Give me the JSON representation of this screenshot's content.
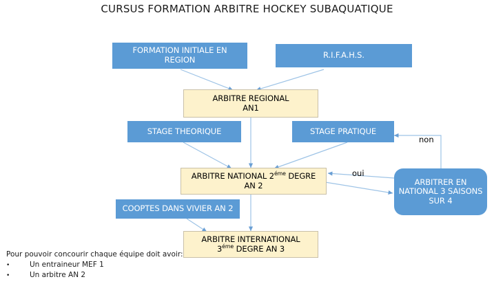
{
  "title": "CURSUS FORMATION ARBITRE HOCKEY SUBAQUATIQUE",
  "colors": {
    "blue_fill": "#5B9BD5",
    "blue_text": "#FFFFFF",
    "yellow_fill": "#FDF2CC",
    "yellow_border": "#C9C0A8",
    "connector": "#9DC3E6",
    "text": "#000000",
    "background": "#FFFFFF"
  },
  "nodes": {
    "formation_initiale": {
      "line1": "FORMATION INITIALE EN",
      "line2": "REGION"
    },
    "rifahs": {
      "line1": "R.I.F.A.H.S."
    },
    "arbitre_regional": {
      "line1": "ARBITRE REGIONAL",
      "line2": "AN1"
    },
    "stage_theorique": {
      "line1": "STAGE THEORIQUE"
    },
    "stage_pratique": {
      "line1": "STAGE PRATIQUE"
    },
    "arbitre_national": {
      "line1_a": "ARBITRE NATIONAL 2",
      "line1_sup": "éme",
      "line1_b": " DEGRE",
      "line2": "AN 2"
    },
    "cooptes_vivier": {
      "line1": "COOPTES DANS VIVIER AN 2"
    },
    "arbitrer_national": {
      "line1": "ARBITRER EN",
      "line2": "NATIONAL 3 SAISONS",
      "line3": "SUR 4"
    },
    "arbitre_international": {
      "line1": "ARBITRE INTERNATIONAL",
      "line2_a": "3",
      "line2_sup": "éme",
      "line2_b": " DEGRE   AN 3"
    }
  },
  "edge_labels": {
    "non": "non",
    "oui": "oui"
  },
  "note": {
    "heading": "Pour pouvoir concourir chaque équipe doit avoir:",
    "bullet_glyph": "•",
    "items": [
      "Un entraineur MEF 1",
      "Un arbitre AN 2"
    ]
  },
  "chart_data": {
    "type": "diagram",
    "title": "CURSUS FORMATION ARBITRE HOCKEY SUBAQUATIQUE",
    "nodes": [
      {
        "id": "formation_initiale",
        "label": "FORMATION INITIALE EN REGION",
        "shape": "rect",
        "fill": "#5B9BD5"
      },
      {
        "id": "rifahs",
        "label": "R.I.F.A.H.S.",
        "shape": "rect",
        "fill": "#5B9BD5"
      },
      {
        "id": "arbitre_regional",
        "label": "ARBITRE REGIONAL AN1",
        "shape": "rect",
        "fill": "#FDF2CC"
      },
      {
        "id": "stage_theorique",
        "label": "STAGE THEORIQUE",
        "shape": "rect",
        "fill": "#5B9BD5"
      },
      {
        "id": "stage_pratique",
        "label": "STAGE PRATIQUE",
        "shape": "rect",
        "fill": "#5B9BD5"
      },
      {
        "id": "arbitre_national",
        "label": "ARBITRE NATIONAL 2éme DEGRE AN 2",
        "shape": "rect",
        "fill": "#FDF2CC"
      },
      {
        "id": "cooptes_vivier",
        "label": "COOPTES DANS VIVIER AN 2",
        "shape": "rect",
        "fill": "#5B9BD5"
      },
      {
        "id": "arbitrer_national",
        "label": "ARBITRER EN NATIONAL 3 SAISONS SUR 4",
        "shape": "rounded-rect",
        "fill": "#5B9BD5"
      },
      {
        "id": "arbitre_international",
        "label": "ARBITRE INTERNATIONAL 3éme DEGRE AN 3",
        "shape": "rect",
        "fill": "#FDF2CC"
      }
    ],
    "edges": [
      {
        "from": "formation_initiale",
        "to": "arbitre_regional",
        "label": ""
      },
      {
        "from": "rifahs",
        "to": "arbitre_regional",
        "label": ""
      },
      {
        "from": "arbitre_regional",
        "to": "arbitre_national",
        "label": ""
      },
      {
        "from": "stage_theorique",
        "to": "arbitre_national",
        "label": ""
      },
      {
        "from": "stage_pratique",
        "to": "arbitre_national",
        "label": ""
      },
      {
        "from": "arbitre_national",
        "to": "arbitrer_national",
        "label": "oui"
      },
      {
        "from": "arbitrer_national",
        "to": "arbitre_national",
        "label": ""
      },
      {
        "from": "arbitrer_national",
        "to": "stage_pratique",
        "label": "non"
      },
      {
        "from": "arbitre_national",
        "to": "arbitre_international",
        "label": ""
      },
      {
        "from": "cooptes_vivier",
        "to": "arbitre_international",
        "label": ""
      }
    ]
  }
}
